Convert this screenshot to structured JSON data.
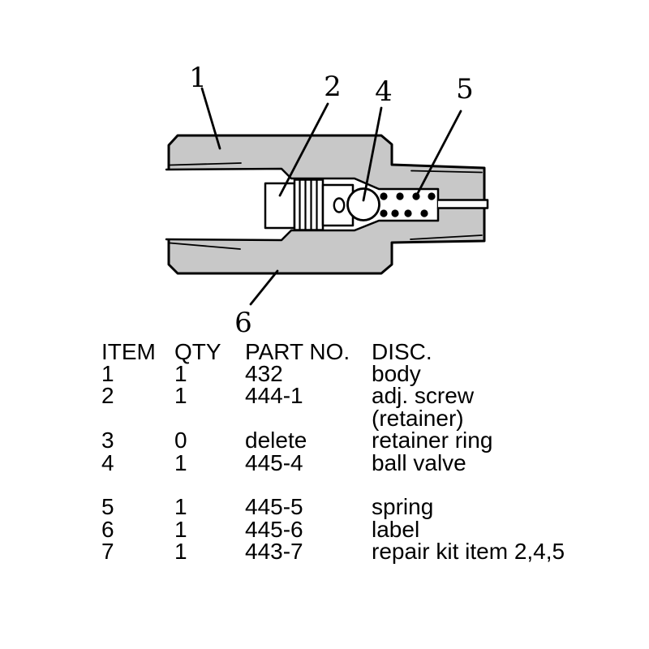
{
  "diagram": {
    "body_fill": "#c8c8c8",
    "outline_color": "#000000",
    "callouts": {
      "c1": "1",
      "c2": "2",
      "c4": "4",
      "c5": "5",
      "c6": "6"
    }
  },
  "parts_table": {
    "headers": {
      "item": "ITEM",
      "qty": "QTY",
      "part_no": "PART NO.",
      "disc": "DISC."
    },
    "rows": [
      {
        "item": "1",
        "qty": "1",
        "part_no": "432",
        "disc": "body"
      },
      {
        "item": "2",
        "qty": "1",
        "part_no": "444-1",
        "disc": "adj. screw"
      },
      {
        "item": "",
        "qty": "",
        "part_no": "",
        "disc": "(retainer)"
      },
      {
        "item": "3",
        "qty": "0",
        "part_no": "delete",
        "disc": "retainer ring"
      },
      {
        "item": "4",
        "qty": "1",
        "part_no": "445-4",
        "disc": "ball valve"
      },
      {
        "item": "5",
        "qty": "1",
        "part_no": "445-5",
        "disc": "spring"
      },
      {
        "item": "6",
        "qty": "1",
        "part_no": "445-6",
        "disc": "label"
      },
      {
        "item": "7",
        "qty": "1",
        "part_no": "443-7",
        "disc": "repair kit item 2,4,5"
      }
    ]
  }
}
